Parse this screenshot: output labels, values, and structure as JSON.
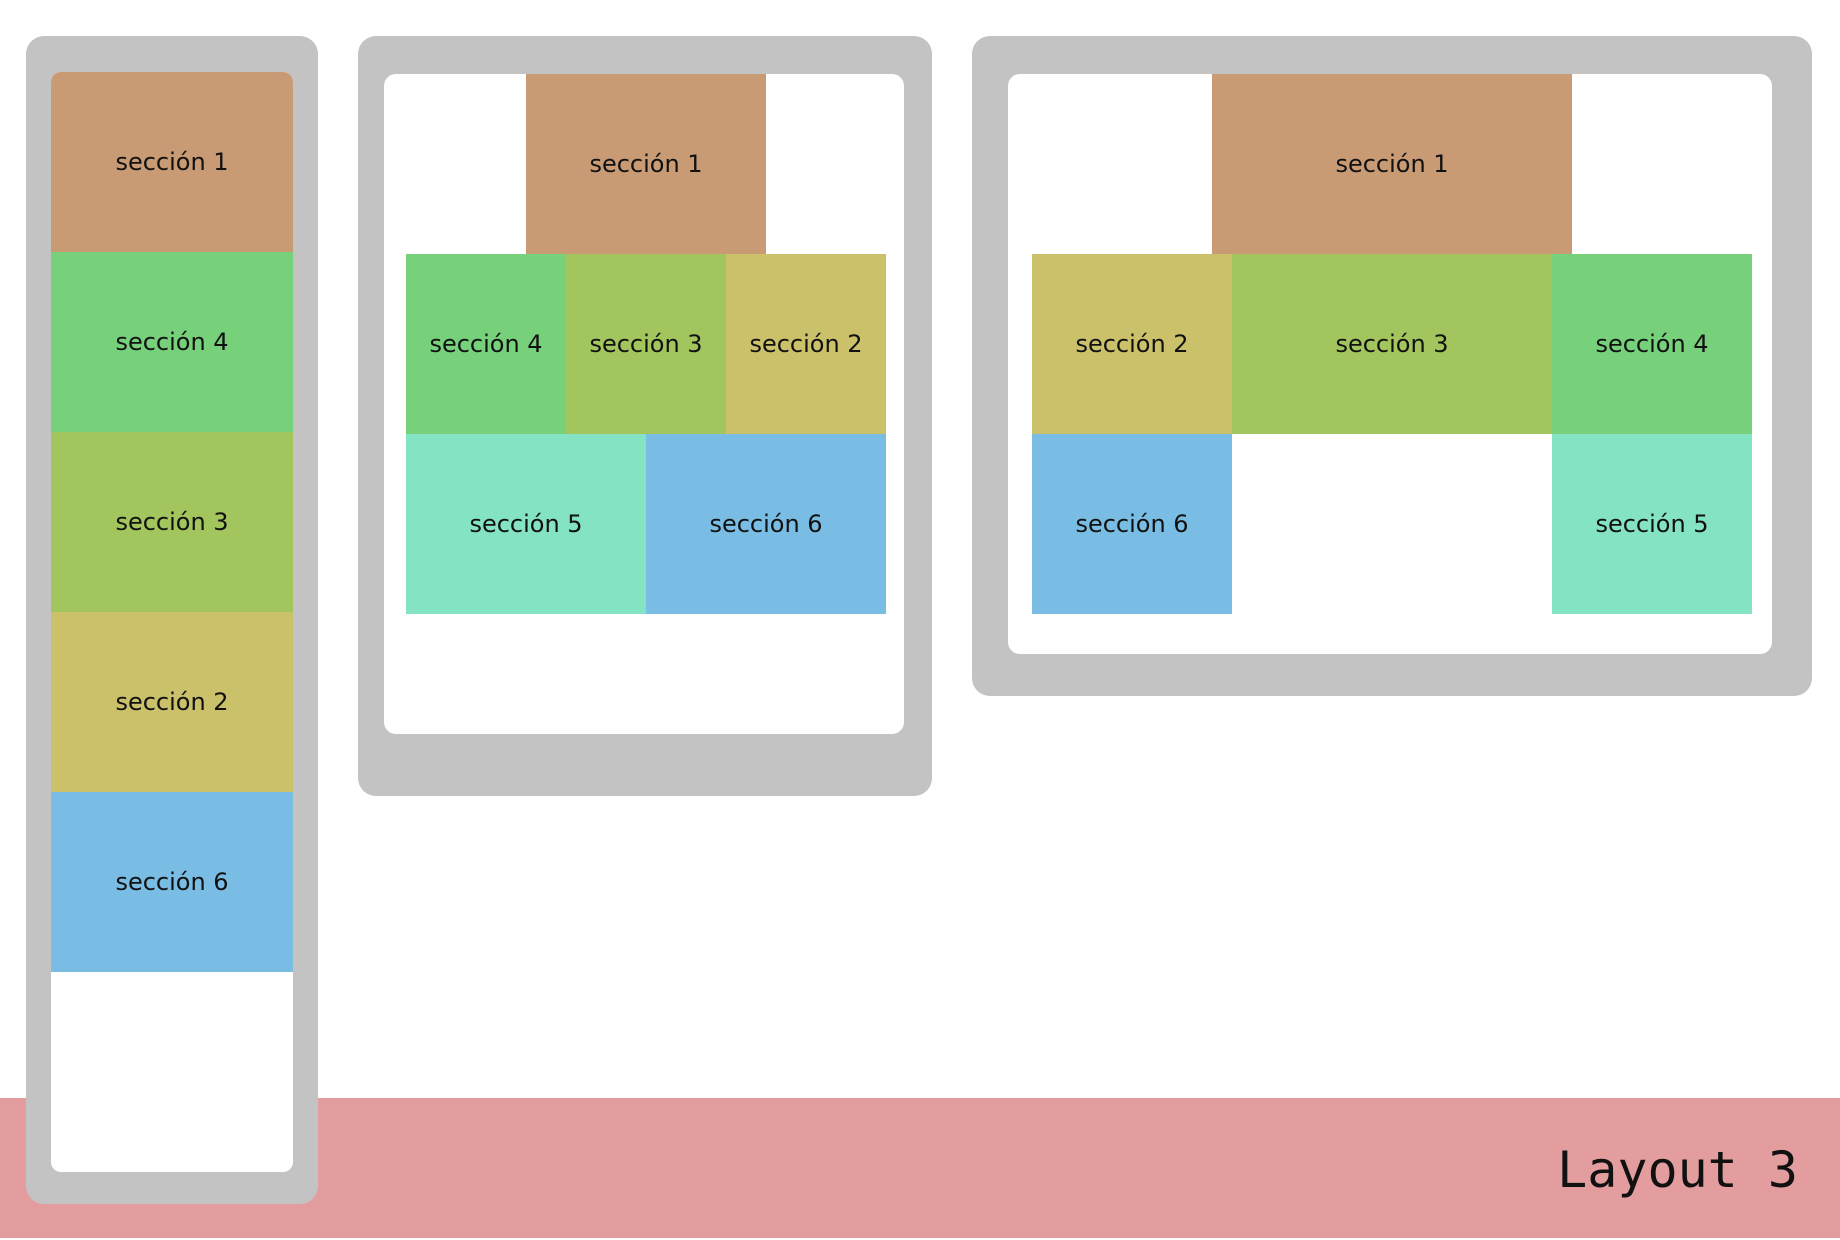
{
  "footer": {
    "title": "Layout 3",
    "band_color": "#e39d9e"
  },
  "colors": {
    "device_frame": "#c3c3c3",
    "screen": "#ffffff",
    "seccion_1": "#c99b75",
    "seccion_2": "#cbc16a",
    "seccion_3": "#a3c55d",
    "seccion_4": "#76d17a",
    "seccion_5": "#84e3c2",
    "seccion_6": "#79bde4"
  },
  "mobile": {
    "sections": [
      {
        "label": "sección 1"
      },
      {
        "label": "sección 4"
      },
      {
        "label": "sección 3"
      },
      {
        "label": "sección 2"
      },
      {
        "label": "sección 6"
      }
    ]
  },
  "tablet": {
    "sections": [
      {
        "label": "sección 1"
      },
      {
        "label": "sección 4"
      },
      {
        "label": "sección 3"
      },
      {
        "label": "sección 2"
      },
      {
        "label": "sección 5"
      },
      {
        "label": "sección 6"
      }
    ]
  },
  "desktop": {
    "sections": [
      {
        "label": "sección 1"
      },
      {
        "label": "sección 2"
      },
      {
        "label": "sección 3"
      },
      {
        "label": "sección 4"
      },
      {
        "label": "sección 6"
      },
      {
        "label": "sección 5"
      }
    ]
  }
}
